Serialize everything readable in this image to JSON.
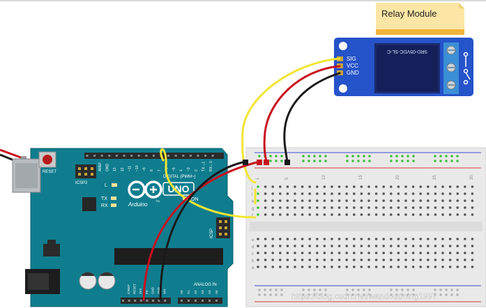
{
  "note": {
    "title": "Relay Module"
  },
  "relay": {
    "pins": [
      "SIG",
      "VCC",
      "GND"
    ],
    "component_label": "SRD-05VDC-SL-C"
  },
  "arduino": {
    "reset_label": "RESET",
    "icsp2_label": "ICSP2",
    "icsp_label": "ICSP",
    "led_labels": [
      "L",
      "TX",
      "RX"
    ],
    "on_label": "ON",
    "brand_label": "Arduino",
    "tm_label": "TM",
    "model_label": "UNO",
    "digital_label": "DIGITAL (PWM~)",
    "analog_label": "ANALOG IN",
    "top_header_labels": [
      "AREF",
      "GND",
      "13",
      "12",
      "~11",
      "~10",
      "~9",
      "8",
      "7",
      "~6",
      "~5",
      "4",
      "~3",
      "2",
      "TX→1",
      "RX←0"
    ],
    "power_header_labels": [
      "IOREF",
      "RESET",
      "3V3",
      "5V",
      "GND",
      "GND",
      "VIN"
    ],
    "analog_header_labels": [
      "A0",
      "A1",
      "A2",
      "A3",
      "A4",
      "A5"
    ]
  },
  "breadboard": {
    "column_numbers": [
      "1",
      "5",
      "10",
      "15",
      "20",
      "25",
      "30"
    ],
    "row_letters_top": [
      "j",
      "i",
      "h",
      "g",
      "f"
    ],
    "row_letters_bottom": [
      "e",
      "d",
      "c",
      "b",
      "a"
    ]
  },
  "watermark": "https://blog.csdn.net/wandoudoing1997",
  "colors": {
    "board_teal": "#0f7d8e",
    "relay_blue": "#2553c9",
    "wire_yellow": "#f2e533",
    "wire_red": "#c8101e",
    "wire_black": "#1a1a1a",
    "note_paper": "#fbe6a5",
    "note_tape": "#f2b43a",
    "breadboard": "#e9e9e9",
    "hole_green": "#3fbf3f"
  }
}
